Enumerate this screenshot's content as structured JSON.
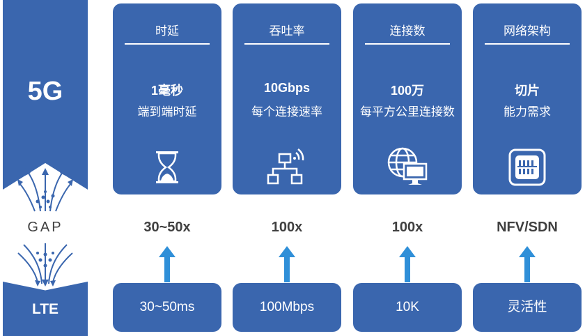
{
  "left": {
    "top_label": "5G",
    "gap_label": "GAP",
    "bottom_label": "LTE"
  },
  "columns": [
    {
      "title": "时延",
      "value": "1毫秒",
      "desc": "端到端时延",
      "icon": "hourglass-icon",
      "gap": "30~50x",
      "lte": "30~50ms"
    },
    {
      "title": "吞吐率",
      "value": "10Gbps",
      "desc": "每个连接速率",
      "icon": "network-wifi-icon",
      "gap": "100x",
      "lte": "100Mbps"
    },
    {
      "title": "连接数",
      "value": "100万",
      "desc": "每平方公里连接数",
      "icon": "globe-monitor-icon",
      "gap": "100x",
      "lte": "10K"
    },
    {
      "title": "网络架构",
      "value": "切片",
      "desc": "能力需求",
      "icon": "chip-icon",
      "gap": "NFV/SDN",
      "lte": "灵活性"
    }
  ],
  "colors": {
    "primary_blue": "#3A66AE",
    "arrow_blue": "#2F8FD8",
    "gap_text": "#404040"
  }
}
